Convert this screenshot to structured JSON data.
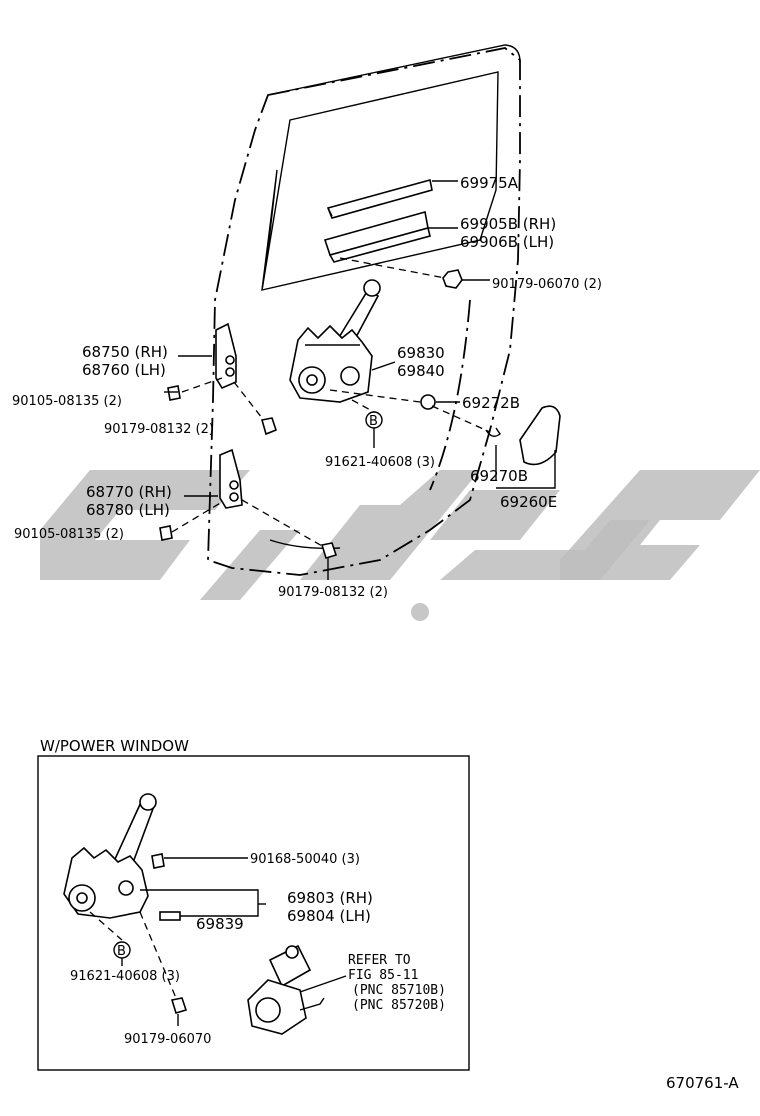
{
  "labels": {
    "p69975A": "69975A",
    "p69905B": "69905B (RH)",
    "p69906B": "69906B (LH)",
    "p90179_06070_2": "90179-06070 (2)",
    "p68750": "68750 (RH)",
    "p68760": "68760 (LH)",
    "p69830": "69830",
    "p69840": "69840",
    "p90105_a": "90105-08135 (2)",
    "p69272B": "69272B",
    "p90179_08132_a": "90179-08132 (2)",
    "p91621_a": "91621-40608 (3)",
    "p69270B": "69270B",
    "p69260E": "69260E",
    "p68770": "68770 (RH)",
    "p68780": "68780 (LH)",
    "p90105_b": "90105-08135 (2)",
    "p90179_08132_b": "90179-08132 (2)",
    "callout_b": "B",
    "callout_b2": "B"
  },
  "power_window": {
    "title": "W/POWER WINDOW",
    "p90168": "90168-50040 (3)",
    "p69803": "69803 (RH)",
    "p69804": "69804 (LH)",
    "p69839": "69839",
    "p91621": "91621-40608 (3)",
    "p90179": "90179-06070",
    "refer_1": "REFER  TO",
    "refer_2": "FIG  85-11",
    "refer_3": "(PNC  85710B)",
    "refer_4": "(PNC  85720B)"
  },
  "figure_code": "670761-A"
}
